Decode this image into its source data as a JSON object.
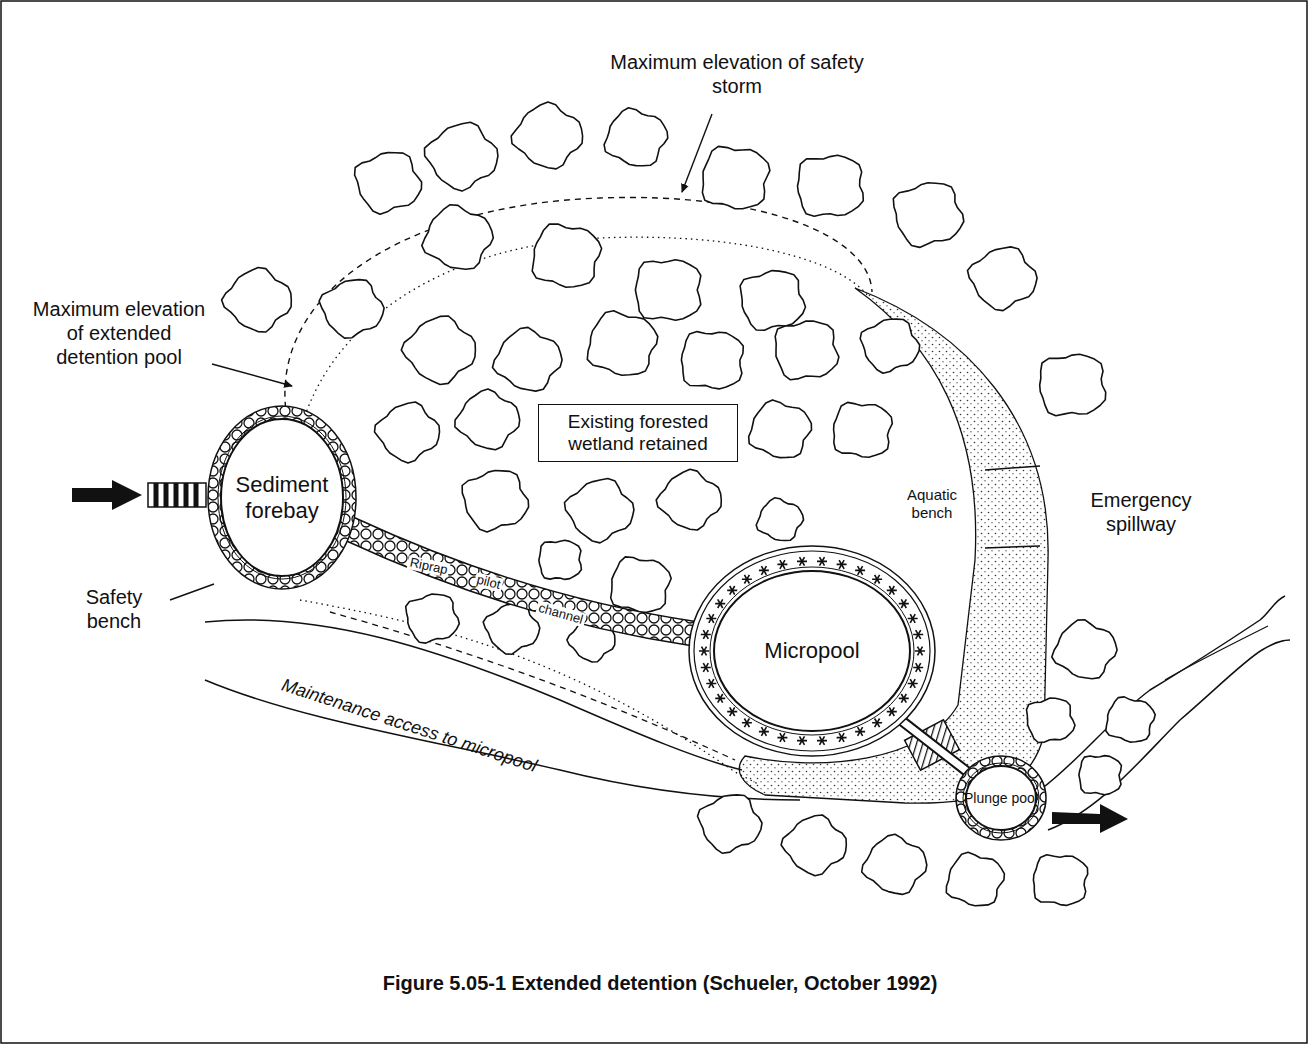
{
  "diagram": {
    "caption": "Figure 5.05-1 Extended detention (Schueler, October 1992)",
    "nodes": [
      {
        "text": [
          "Sediment forebay"
        ]
      },
      {
        "text": [
          "Existing forested wetland retained"
        ]
      },
      {
        "text": [
          "Micropool"
        ]
      },
      {
        "text": [
          "Plunge pool"
        ]
      }
    ],
    "edges": [
      {
        "from": 0,
        "to": 2,
        "arrow": "none"
      },
      {
        "from": 2,
        "to": 3,
        "arrow": "none"
      }
    ],
    "labels": [
      "Maximum elevation of safety storm",
      "Maximum elevation of extended detention pool",
      "Safety bench",
      "Riprap",
      "pilot",
      "channel",
      "Aquatic bench",
      "Emergency spillway",
      "Maintenance access to micropool"
    ]
  }
}
